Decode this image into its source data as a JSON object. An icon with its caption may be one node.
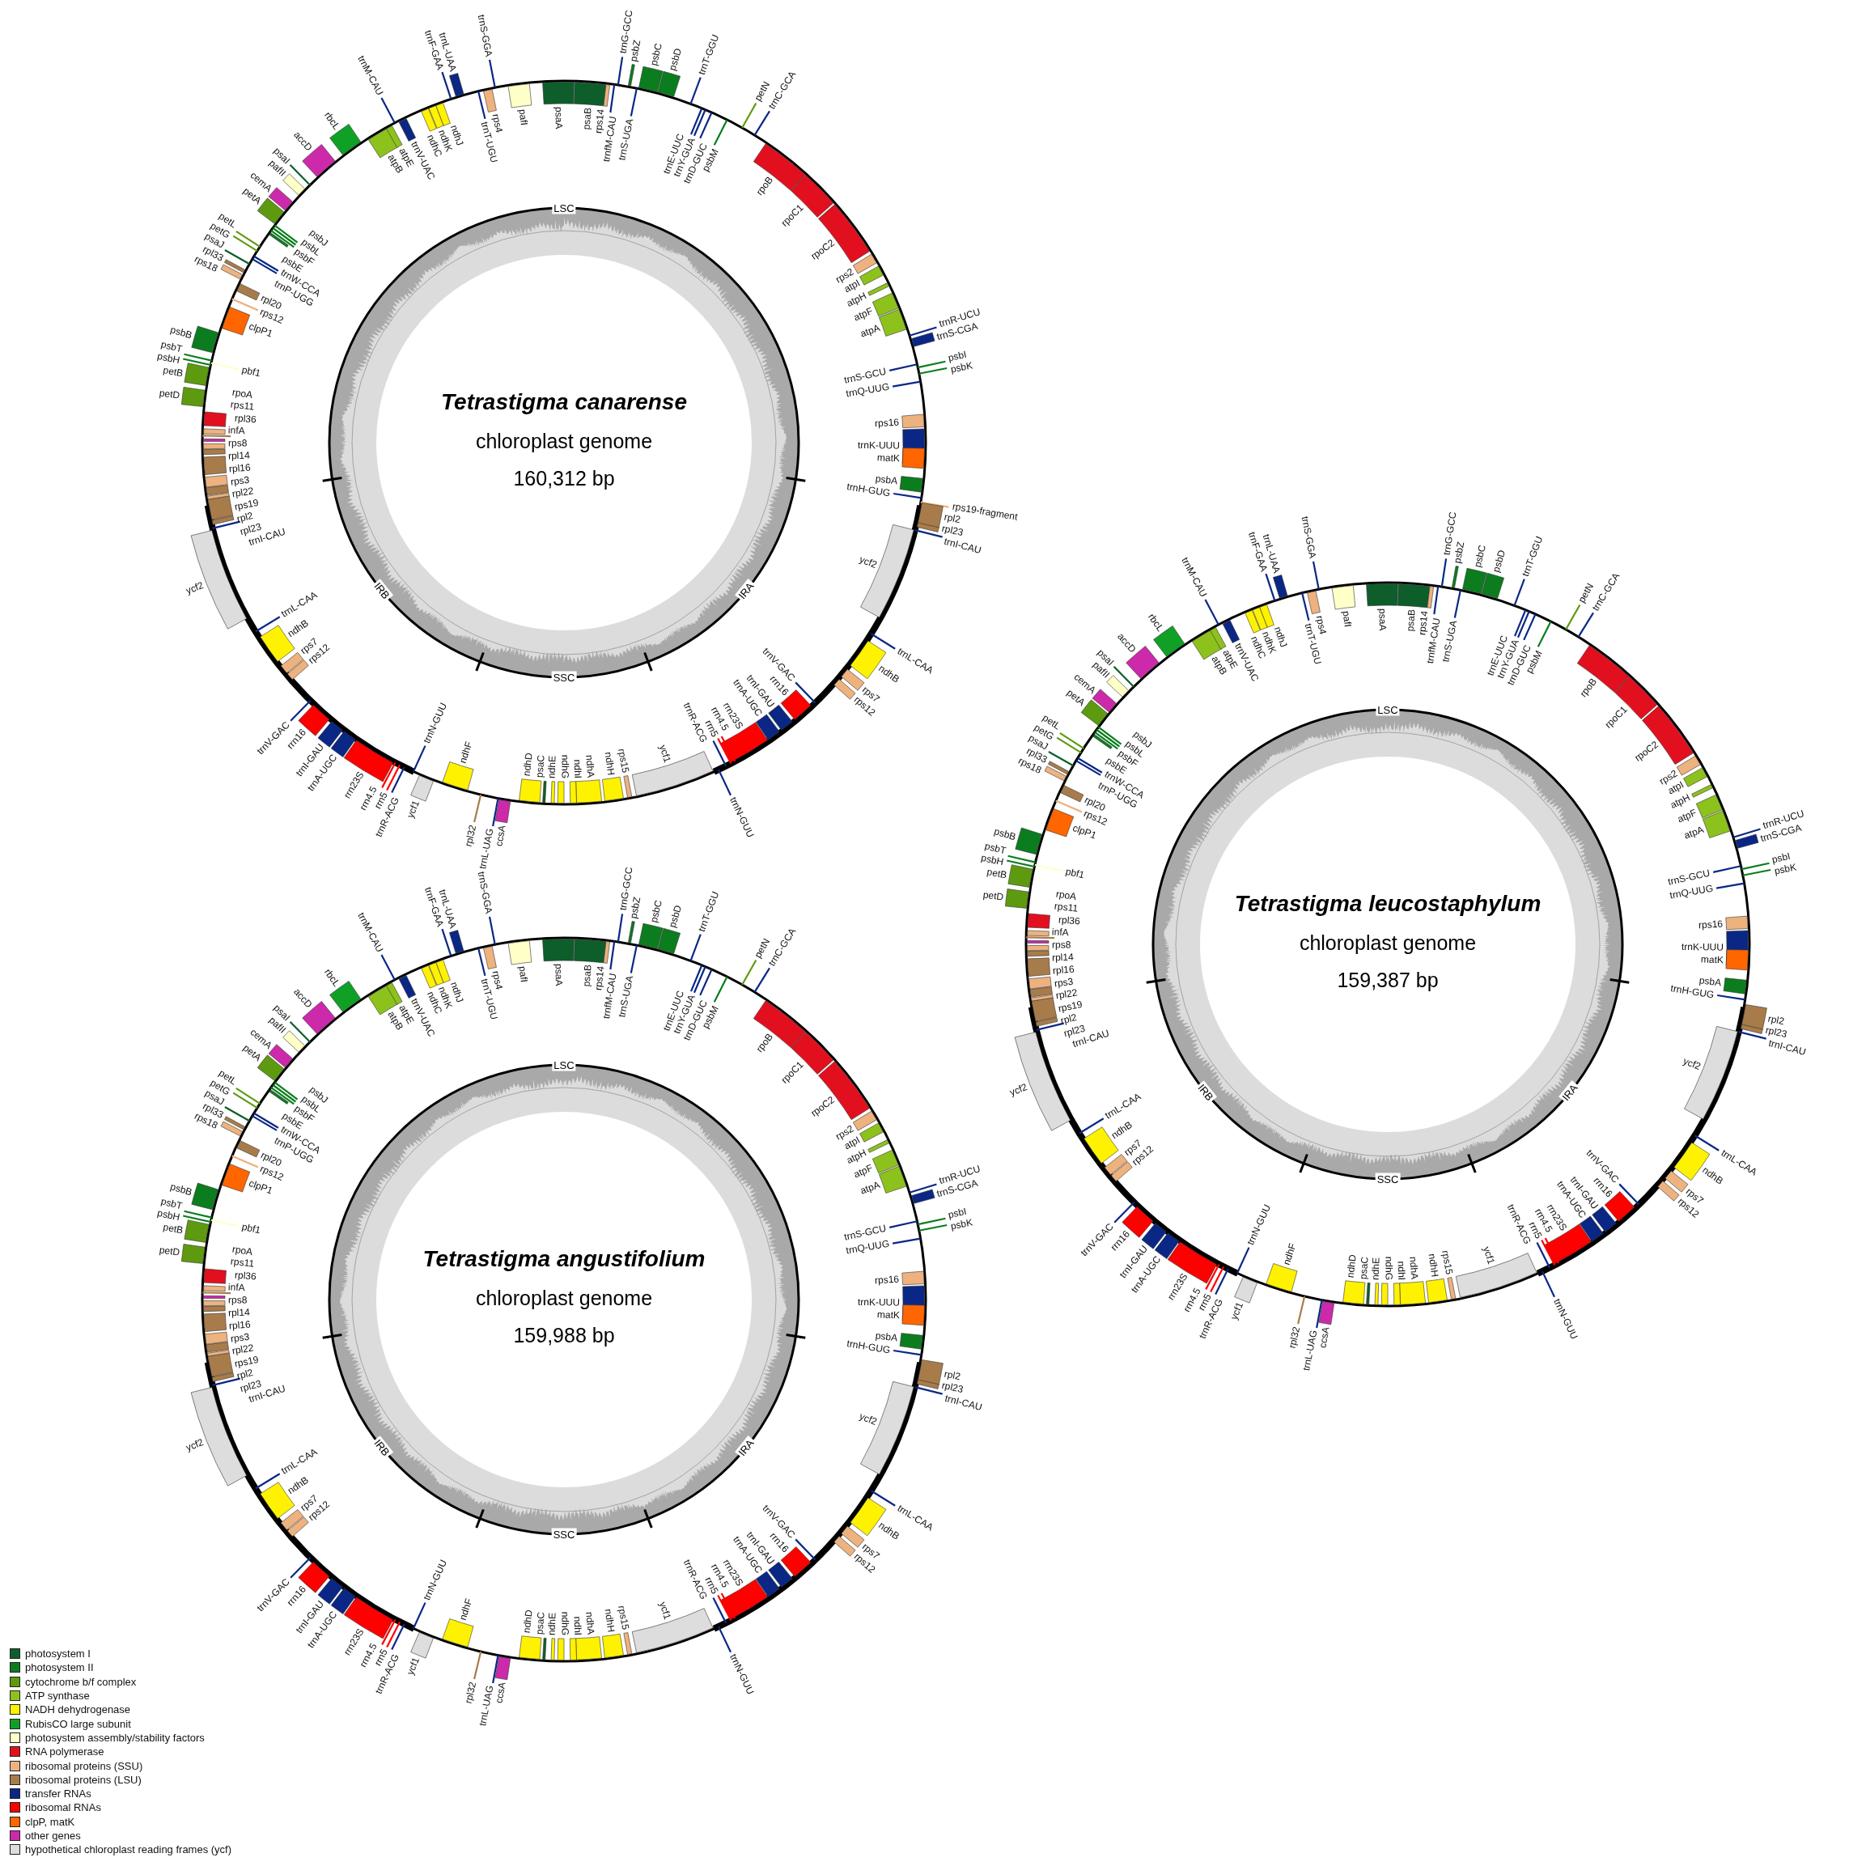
{
  "diagram": {
    "nodes": [
      {
        "text": [
          "Tetrastigma canarense",
          "chloroplast genome",
          "160,312 bp"
        ]
      },
      {
        "text": [
          "Tetrastigma leucostaphylum",
          "chloroplast genome",
          "159,387 bp"
        ]
      },
      {
        "text": [
          "Tetrastigma angustifolium",
          "chloroplast genome",
          "159,988 bp"
        ]
      }
    ],
    "labels": [
      "LSC",
      "IRB",
      "IRA",
      "SSC",
      "psaA",
      "psaB",
      "rps14",
      "trnfM-CAU",
      "trnG-GCC",
      "psbZ",
      "trnS-UGA",
      "psbC",
      "psbD",
      "trnT-GGU",
      "trnE-UUC",
      "trnY-GUA",
      "trnD-GUC",
      "psbM",
      "petN",
      "trnC-GCA",
      "rpoB",
      "rpoC1",
      "rpoC2",
      "rps2",
      "atpI",
      "atpH",
      "atpF",
      "atpA",
      "trnR-UCU",
      "trnS-CGA",
      "trnS-GCU",
      "psbI",
      "psbK",
      "trnQ-UUG",
      "rps16",
      "trnK-UUU",
      "matK",
      "psbA",
      "trnH-GUG",
      "rps19-fragment",
      "rpl2",
      "rpl23",
      "trnI-CAU",
      "ycf2",
      "trnL-CAA",
      "ndhB",
      "rps7",
      "rps12",
      "trnV-GAC",
      "rrn16",
      "trnI-GAU",
      "trnA-UGC",
      "rrn23S",
      "rrn4.5",
      "rrn5",
      "trnR-ACG",
      "trnN-GUU",
      "ycf1",
      "rps15",
      "ndhH",
      "ndhA",
      "ndhI",
      "ndhG",
      "ndhE",
      "psaC",
      "ndhD",
      "ccsA",
      "trnL-UAG",
      "rpl32",
      "ndhF",
      "ycf1",
      "trnN-GUU",
      "trnR-ACG",
      "rrn5",
      "rrn4.5",
      "rrn23S",
      "trnA-UGC",
      "trnI-GAU",
      "rrn16",
      "trnV-GAC",
      "rps12",
      "rps7",
      "ndhB",
      "trnL-CAA",
      "ycf2",
      "trnI-CAU",
      "rpl23",
      "rpl2",
      "rps19",
      "rpl22",
      "rps3",
      "rpl16",
      "rpl14",
      "rps8",
      "infA",
      "rpl36",
      "rps11",
      "rpoA",
      "petD",
      "petB",
      "psbH",
      "pbf1",
      "psbT",
      "psbB",
      "clpP1",
      "rps12",
      "rpl20",
      "rps18",
      "rpl33",
      "psaJ",
      "trnP-UGG",
      "trnW-CCA",
      "petG",
      "petL",
      "psbE",
      "psbF",
      "psbL",
      "psbJ",
      "petA",
      "cemA",
      "pafII",
      "psaI",
      "accD",
      "rbcL",
      "atpB",
      "atpE",
      "trnM-CAU",
      "trnV-UAC",
      "ndhC",
      "ndhK",
      "ndhJ",
      "trnF-GAA",
      "trnL-UAA",
      "trnT-UGU",
      "rps4",
      "trnS-GGA",
      "pafI",
      "LSC",
      "IRB",
      "IRA",
      "SSC",
      "psaA",
      "psaB",
      "rps14",
      "trnfM-CAU",
      "trnG-GCC",
      "psbZ",
      "trnS-UGA",
      "psbC",
      "psbD",
      "trnT-GGU",
      "trnE-UUC",
      "trnY-GUA",
      "trnD-GUC",
      "psbM",
      "petN",
      "trnC-GCA",
      "rpoB",
      "rpoC1",
      "rpoC2",
      "rps2",
      "atpI",
      "atpH",
      "atpF",
      "atpA",
      "trnR-UCU",
      "trnS-CGA",
      "trnS-GCU",
      "psbI",
      "psbK",
      "trnQ-UUG",
      "rps16",
      "trnK-UUU",
      "matK",
      "psbA",
      "trnH-GUG",
      "rpl2",
      "rpl23",
      "trnI-CAU",
      "ycf2",
      "trnL-CAA",
      "ndhB",
      "rps7",
      "rps12",
      "trnV-GAC",
      "rrn16",
      "trnI-GAU",
      "trnA-UGC",
      "rrn23S",
      "rrn4.5",
      "rrn5",
      "trnR-ACG",
      "trnN-GUU",
      "ycf1",
      "rps15",
      "ndhH",
      "ndhA",
      "ndhI",
      "ndhG",
      "ndhE",
      "psaC",
      "ndhD",
      "ccsA",
      "trnL-UAG",
      "rpl32",
      "ndhF",
      "ycf1",
      "trnN-GUU",
      "trnR-ACG",
      "rrn5",
      "rrn4.5",
      "rrn23S",
      "trnA-UGC",
      "trnI-GAU",
      "rrn16",
      "trnV-GAC",
      "rps12",
      "rps7",
      "ndhB",
      "trnL-CAA",
      "ycf2",
      "trnI-CAU",
      "rpl23",
      "rpl2",
      "rps19",
      "rpl22",
      "rps3",
      "rpl16",
      "rpl14",
      "rps8",
      "infA",
      "rpl36",
      "rps11",
      "rpoA",
      "petD",
      "petB",
      "psbH",
      "pbf1",
      "psbT",
      "psbB",
      "clpP1",
      "rps12",
      "rpl20",
      "rps18",
      "rpl33",
      "psaJ",
      "trnP-UGG",
      "trnW-CCA",
      "petG",
      "petL",
      "psbE",
      "psbF",
      "psbL",
      "psbJ",
      "petA",
      "cemA",
      "pafII",
      "psaI",
      "accD",
      "rbcL",
      "atpB",
      "atpE",
      "trnM-CAU",
      "trnV-UAC",
      "ndhC",
      "ndhK",
      "ndhJ",
      "trnF-GAA",
      "trnL-UAA",
      "trnT-UGU",
      "rps4",
      "trnS-GGA",
      "pafI",
      "LSC",
      "IRB",
      "IRA",
      "SSC",
      "psaA",
      "psaB",
      "rps14",
      "trnfM-CAU",
      "trnG-GCC",
      "psbZ",
      "trnS-UGA",
      "psbC",
      "psbD",
      "trnT-GGU",
      "trnE-UUC",
      "trnY-GUA",
      "trnD-GUC",
      "psbM",
      "petN",
      "trnC-GCA",
      "rpoB",
      "rpoC1",
      "rpoC2",
      "rps2",
      "atpI",
      "atpH",
      "atpF",
      "atpA",
      "trnR-UCU",
      "trnS-CGA",
      "trnS-GCU",
      "psbI",
      "psbK",
      "trnQ-UUG",
      "rps16",
      "trnK-UUU",
      "matK",
      "psbA",
      "trnH-GUG",
      "rpl2",
      "rpl23",
      "trnI-CAU",
      "ycf2",
      "trnL-CAA",
      "ndhB",
      "rps7",
      "rps12",
      "trnV-GAC",
      "rrn16",
      "trnI-GAU",
      "trnA-UGC",
      "rrn23S",
      "rrn4.5",
      "rrn5",
      "trnR-ACG",
      "trnN-GUU",
      "ycf1",
      "rps15",
      "ndhH",
      "ndhA",
      "ndhI",
      "ndhG",
      "ndhE",
      "psaC",
      "ndhD",
      "ccsA",
      "trnL-UAG",
      "rpl32",
      "ndhF",
      "ycf1",
      "trnN-GUU",
      "trnR-ACG",
      "rrn5",
      "rrn4.5",
      "rrn23S",
      "trnA-UGC",
      "trnI-GAU",
      "rrn16",
      "trnV-GAC",
      "rps12",
      "rps7",
      "ndhB",
      "trnL-CAA",
      "ycf2",
      "trnI-CAU",
      "rpl23",
      "rpl2",
      "rps19",
      "rpl22",
      "rps3",
      "rpl16",
      "rpl14",
      "rps8",
      "infA",
      "rpl36",
      "rps11",
      "rpoA",
      "petD",
      "petB",
      "psbH",
      "pbf1",
      "psbT",
      "psbB",
      "clpP1",
      "rps12",
      "rpl20",
      "rps18",
      "rpl33",
      "psaJ",
      "trnP-UGG",
      "trnW-CCA",
      "petG",
      "petL",
      "psbE",
      "psbF",
      "psbL",
      "psbJ",
      "petA",
      "cemA",
      "pafII",
      "psaI",
      "accD",
      "rbcL",
      "atpB",
      "atpE",
      "trnM-CAU",
      "trnV-UAC",
      "ndhC",
      "ndhK",
      "ndhJ",
      "trnF-GAA",
      "trnL-UAA",
      "trnT-UGU",
      "rps4",
      "trnS-GGA",
      "pafI"
    ],
    "legend": [
      {
        "text": "photosystem I",
        "color": "#0d5e2b"
      },
      {
        "text": "photosystem II",
        "color": "#0b7d1e"
      },
      {
        "text": "cytochrome b/f complex",
        "color": "#5e9a10"
      },
      {
        "text": "ATP synthase",
        "color": "#8dc21d"
      },
      {
        "text": "NADH dehydrogenase",
        "color": "#fff200"
      },
      {
        "text": "RubisCO large subunit",
        "color": "#10a026"
      },
      {
        "text": "photosystem assembly/stability factors",
        "color": "#ffffc8"
      },
      {
        "text": "RNA polymerase",
        "color": "#e2101e"
      },
      {
        "text": "ribosomal proteins (SSU)",
        "color": "#eeb27f"
      },
      {
        "text": "ribosomal proteins (LSU)",
        "color": "#a87c4a"
      },
      {
        "text": "transfer RNAs",
        "color": "#0a2785"
      },
      {
        "text": "ribosomal RNAs",
        "color": "#ff0000"
      },
      {
        "text": "clpP, matK",
        "color": "#ff6600"
      },
      {
        "text": "other genes",
        "color": "#cc2aaa"
      },
      {
        "text": "hypothetical chloroplast reading frames (ycf)",
        "color": "#dddddd"
      }
    ]
  }
}
